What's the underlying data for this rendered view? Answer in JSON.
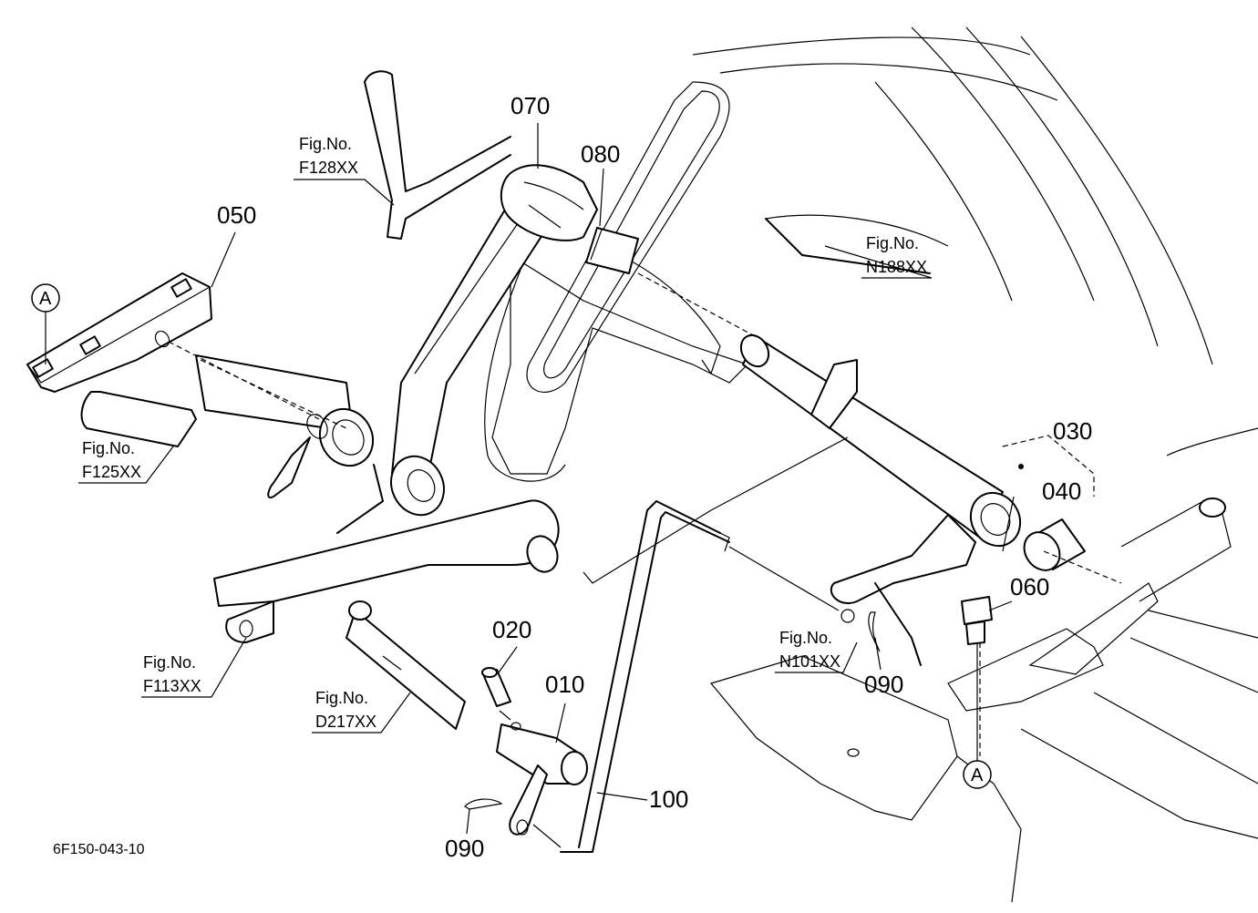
{
  "parts": {
    "p070": "070",
    "p080": "080",
    "p050": "050",
    "p030": "030",
    "p040": "040",
    "p060": "060",
    "p020": "020",
    "p010": "010",
    "p100": "100",
    "p090_right": "090",
    "p090_bottom": "090"
  },
  "figrefs": {
    "f128": {
      "line1": "Fig.No.",
      "line2": "F128XX"
    },
    "n188": {
      "line1": "Fig.No.",
      "line2": "N188XX"
    },
    "f125": {
      "line1": "Fig.No.",
      "line2": "F125XX"
    },
    "f113": {
      "line1": "Fig.No.",
      "line2": "F113XX"
    },
    "d217": {
      "line1": "Fig.No.",
      "line2": "D217XX"
    },
    "n101": {
      "line1": "Fig.No.",
      "line2": "N101XX"
    }
  },
  "markers": {
    "a_left": "A",
    "a_bottom": "A"
  },
  "drawing_code": "6F150-043-10"
}
